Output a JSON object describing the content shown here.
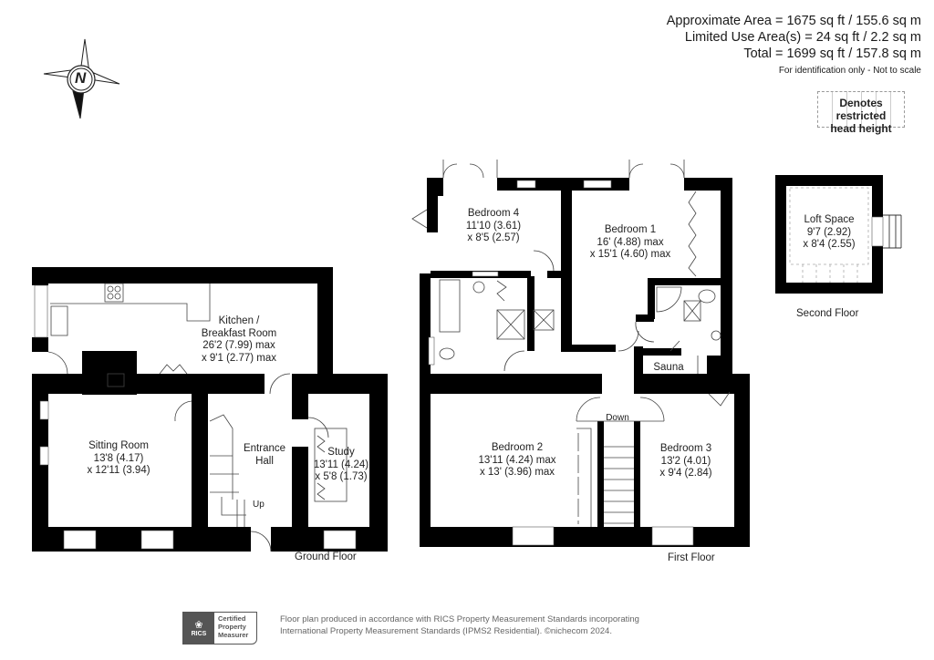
{
  "summary": {
    "approximate_area": "Approximate Area = 1675 sq ft / 155.6 sq m",
    "limited_use_area": "Limited Use Area(s) = 24 sq ft / 2.2 sq m",
    "total": "Total = 1699 sq ft / 157.8 sq m",
    "disclaimer": "For identification only - Not to scale"
  },
  "legend": {
    "restricted_line1": "Denotes restricted",
    "restricted_line2": "head height"
  },
  "compass": {
    "label": "N"
  },
  "floors": {
    "ground": {
      "label": "Ground Floor"
    },
    "first": {
      "label": "First Floor"
    },
    "second": {
      "label": "Second Floor"
    }
  },
  "rooms": {
    "kitchen": {
      "name1": "Kitchen /",
      "name2": "Breakfast Room",
      "dim1": "26'2 (7.99) max",
      "dim2": "x 9'1 (2.77) max"
    },
    "sitting": {
      "name": "Sitting Room",
      "dim1": "13'8 (4.17)",
      "dim2": "x 12'11 (3.94)"
    },
    "entrance": {
      "name1": "Entrance",
      "name2": "Hall"
    },
    "study": {
      "name": "Study",
      "dim1": "13'11 (4.24)",
      "dim2": "x 5'8 (1.73)"
    },
    "bedroom4": {
      "name": "Bedroom 4",
      "dim1": "11'10 (3.61)",
      "dim2": "x 8'5 (2.57)"
    },
    "bedroom1": {
      "name": "Bedroom 1",
      "dim1": "16' (4.88) max",
      "dim2": "x 15'1 (4.60) max"
    },
    "sauna": {
      "name": "Sauna"
    },
    "bedroom2": {
      "name": "Bedroom 2",
      "dim1": "13'11 (4.24) max",
      "dim2": "x 13' (3.96) max"
    },
    "bedroom3": {
      "name": "Bedroom 3",
      "dim1": "13'2 (4.01)",
      "dim2": "x 9'4 (2.84)"
    },
    "loft": {
      "name": "Loft Space",
      "dim1": "9'7 (2.92)",
      "dim2": "x 8'4 (2.55)"
    }
  },
  "stairs": {
    "up": "Up",
    "down": "Down"
  },
  "footer": {
    "badge_logo": "RICS",
    "badge_line1": "Certified",
    "badge_line2": "Property",
    "badge_line3": "Measurer",
    "line1": "Floor plan produced in accordance with RICS Property Measurement Standards incorporating",
    "line2": "International Property Measurement Standards (IPMS2 Residential).   ©nichecom 2024."
  }
}
